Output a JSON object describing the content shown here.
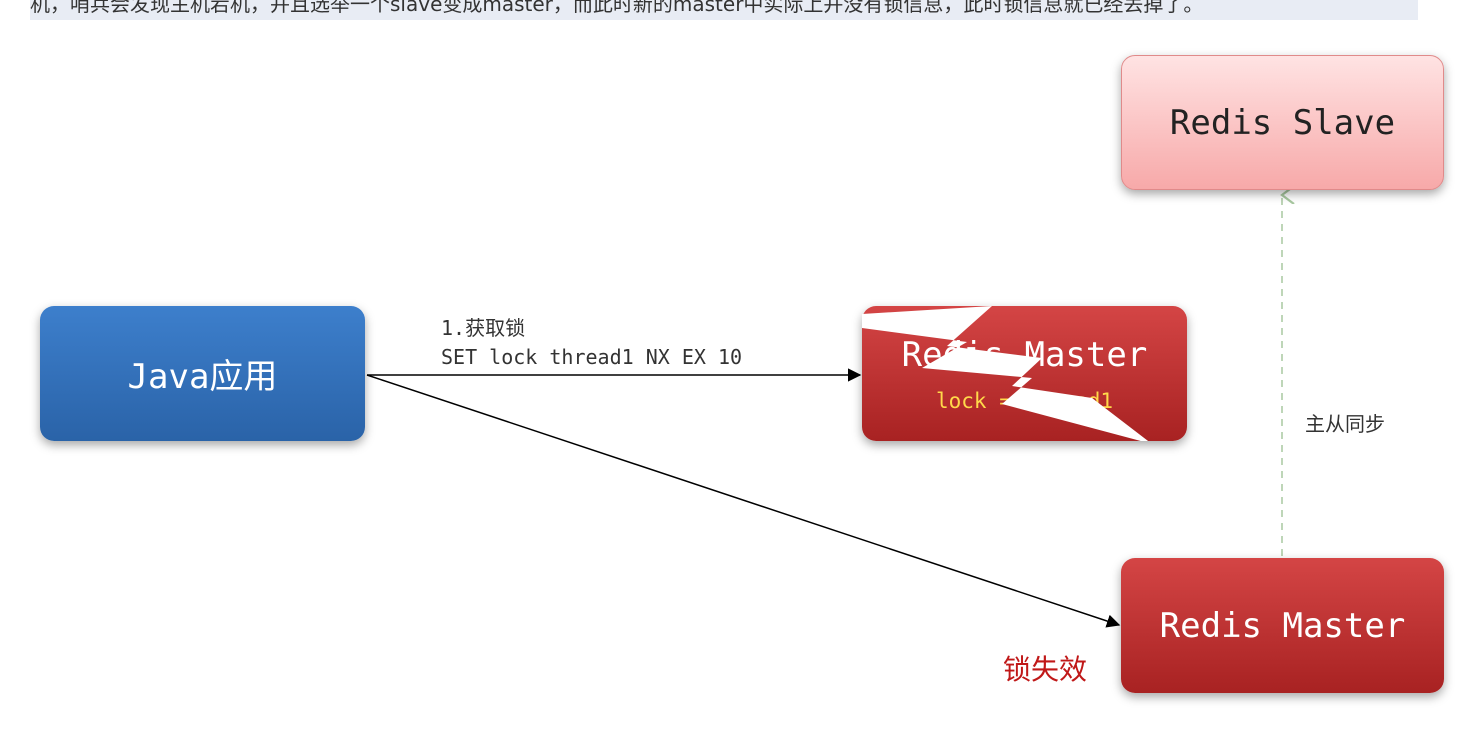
{
  "caption": "机，哨兵会发现主机宕机，并且选举一个slave变成master，而此时新的master中实际上并没有锁信息，此时锁信息就已经丢掉了。",
  "nodes": {
    "java_app": "Java应用",
    "redis_slave": "Redis Slave",
    "redis_master_old": "Redis Master",
    "redis_master_old_lock": "lock = thread1",
    "redis_master_new": "Redis Master"
  },
  "edges": {
    "acquire_step": "1.获取锁",
    "acquire_command": "SET lock thread1 NX EX 10",
    "sync": "主从同步"
  },
  "annotations": {
    "lock_invalid": "锁失效"
  },
  "colors": {
    "java_box": "#2f6db5",
    "master_box": "#c03030",
    "slave_box": "#ffd0d0",
    "lock_text": "#ffd94a",
    "fail_text": "#c01818",
    "sync_line": "#a8c8a0"
  }
}
